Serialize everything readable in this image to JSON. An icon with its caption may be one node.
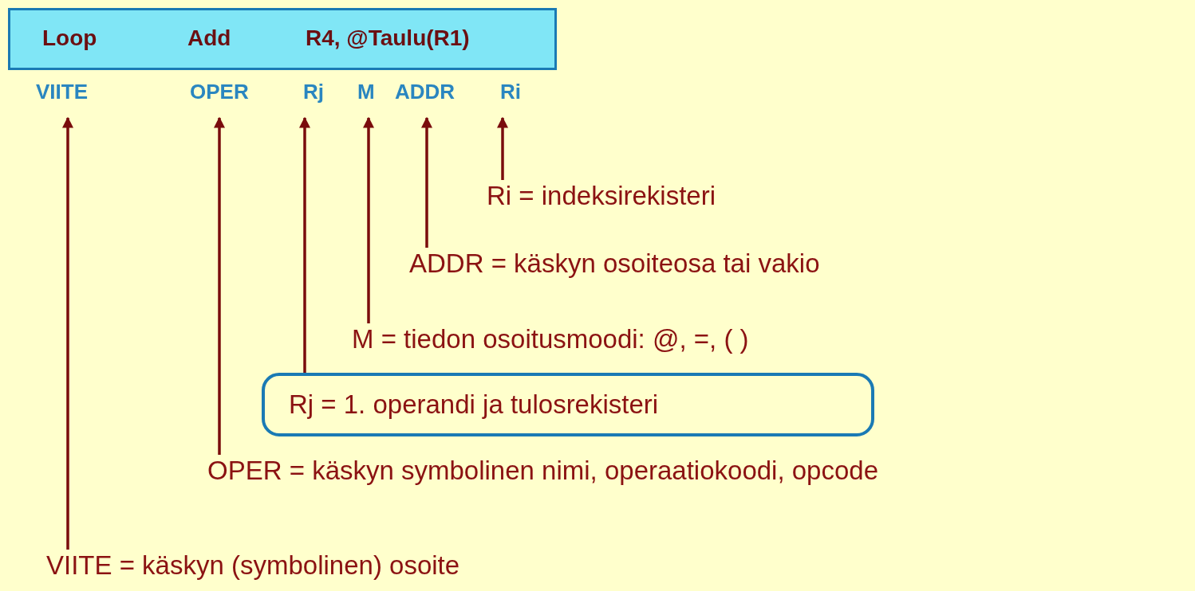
{
  "diagram": {
    "nodes": [
      {
        "text": [
          "Loop",
          "Add",
          "R4, @Taulu(R1)"
        ]
      },
      {
        "text": [
          "VIITE"
        ]
      },
      {
        "text": [
          "OPER"
        ]
      },
      {
        "text": [
          "Rj"
        ]
      },
      {
        "text": [
          "M"
        ]
      },
      {
        "text": [
          "ADDR"
        ]
      },
      {
        "text": [
          "Ri"
        ]
      },
      {
        "text": [
          "Ri = indeksirekisteri"
        ]
      },
      {
        "text": [
          "ADDR = käskyn osoiteosa tai vakio"
        ]
      },
      {
        "text": [
          "M = tiedon osoitusmoodi:  @, =, ( )"
        ]
      },
      {
        "text": [
          "Rj = 1. operandi ja tulosrekisteri"
        ]
      },
      {
        "text": [
          "OPER = käskyn symbolinen nimi, operaatiokoodi, opcode"
        ]
      },
      {
        "text": [
          "VIITE = käskyn (symbolinen) osoite"
        ]
      }
    ],
    "edges": [
      {
        "from": 7,
        "to": 6,
        "arrow": "to"
      },
      {
        "from": 8,
        "to": 5,
        "arrow": "to"
      },
      {
        "from": 9,
        "to": 4,
        "arrow": "to"
      },
      {
        "from": 10,
        "to": 3,
        "arrow": "to"
      },
      {
        "from": 11,
        "to": 2,
        "arrow": "to"
      },
      {
        "from": 12,
        "to": 1,
        "arrow": "to"
      }
    ]
  }
}
